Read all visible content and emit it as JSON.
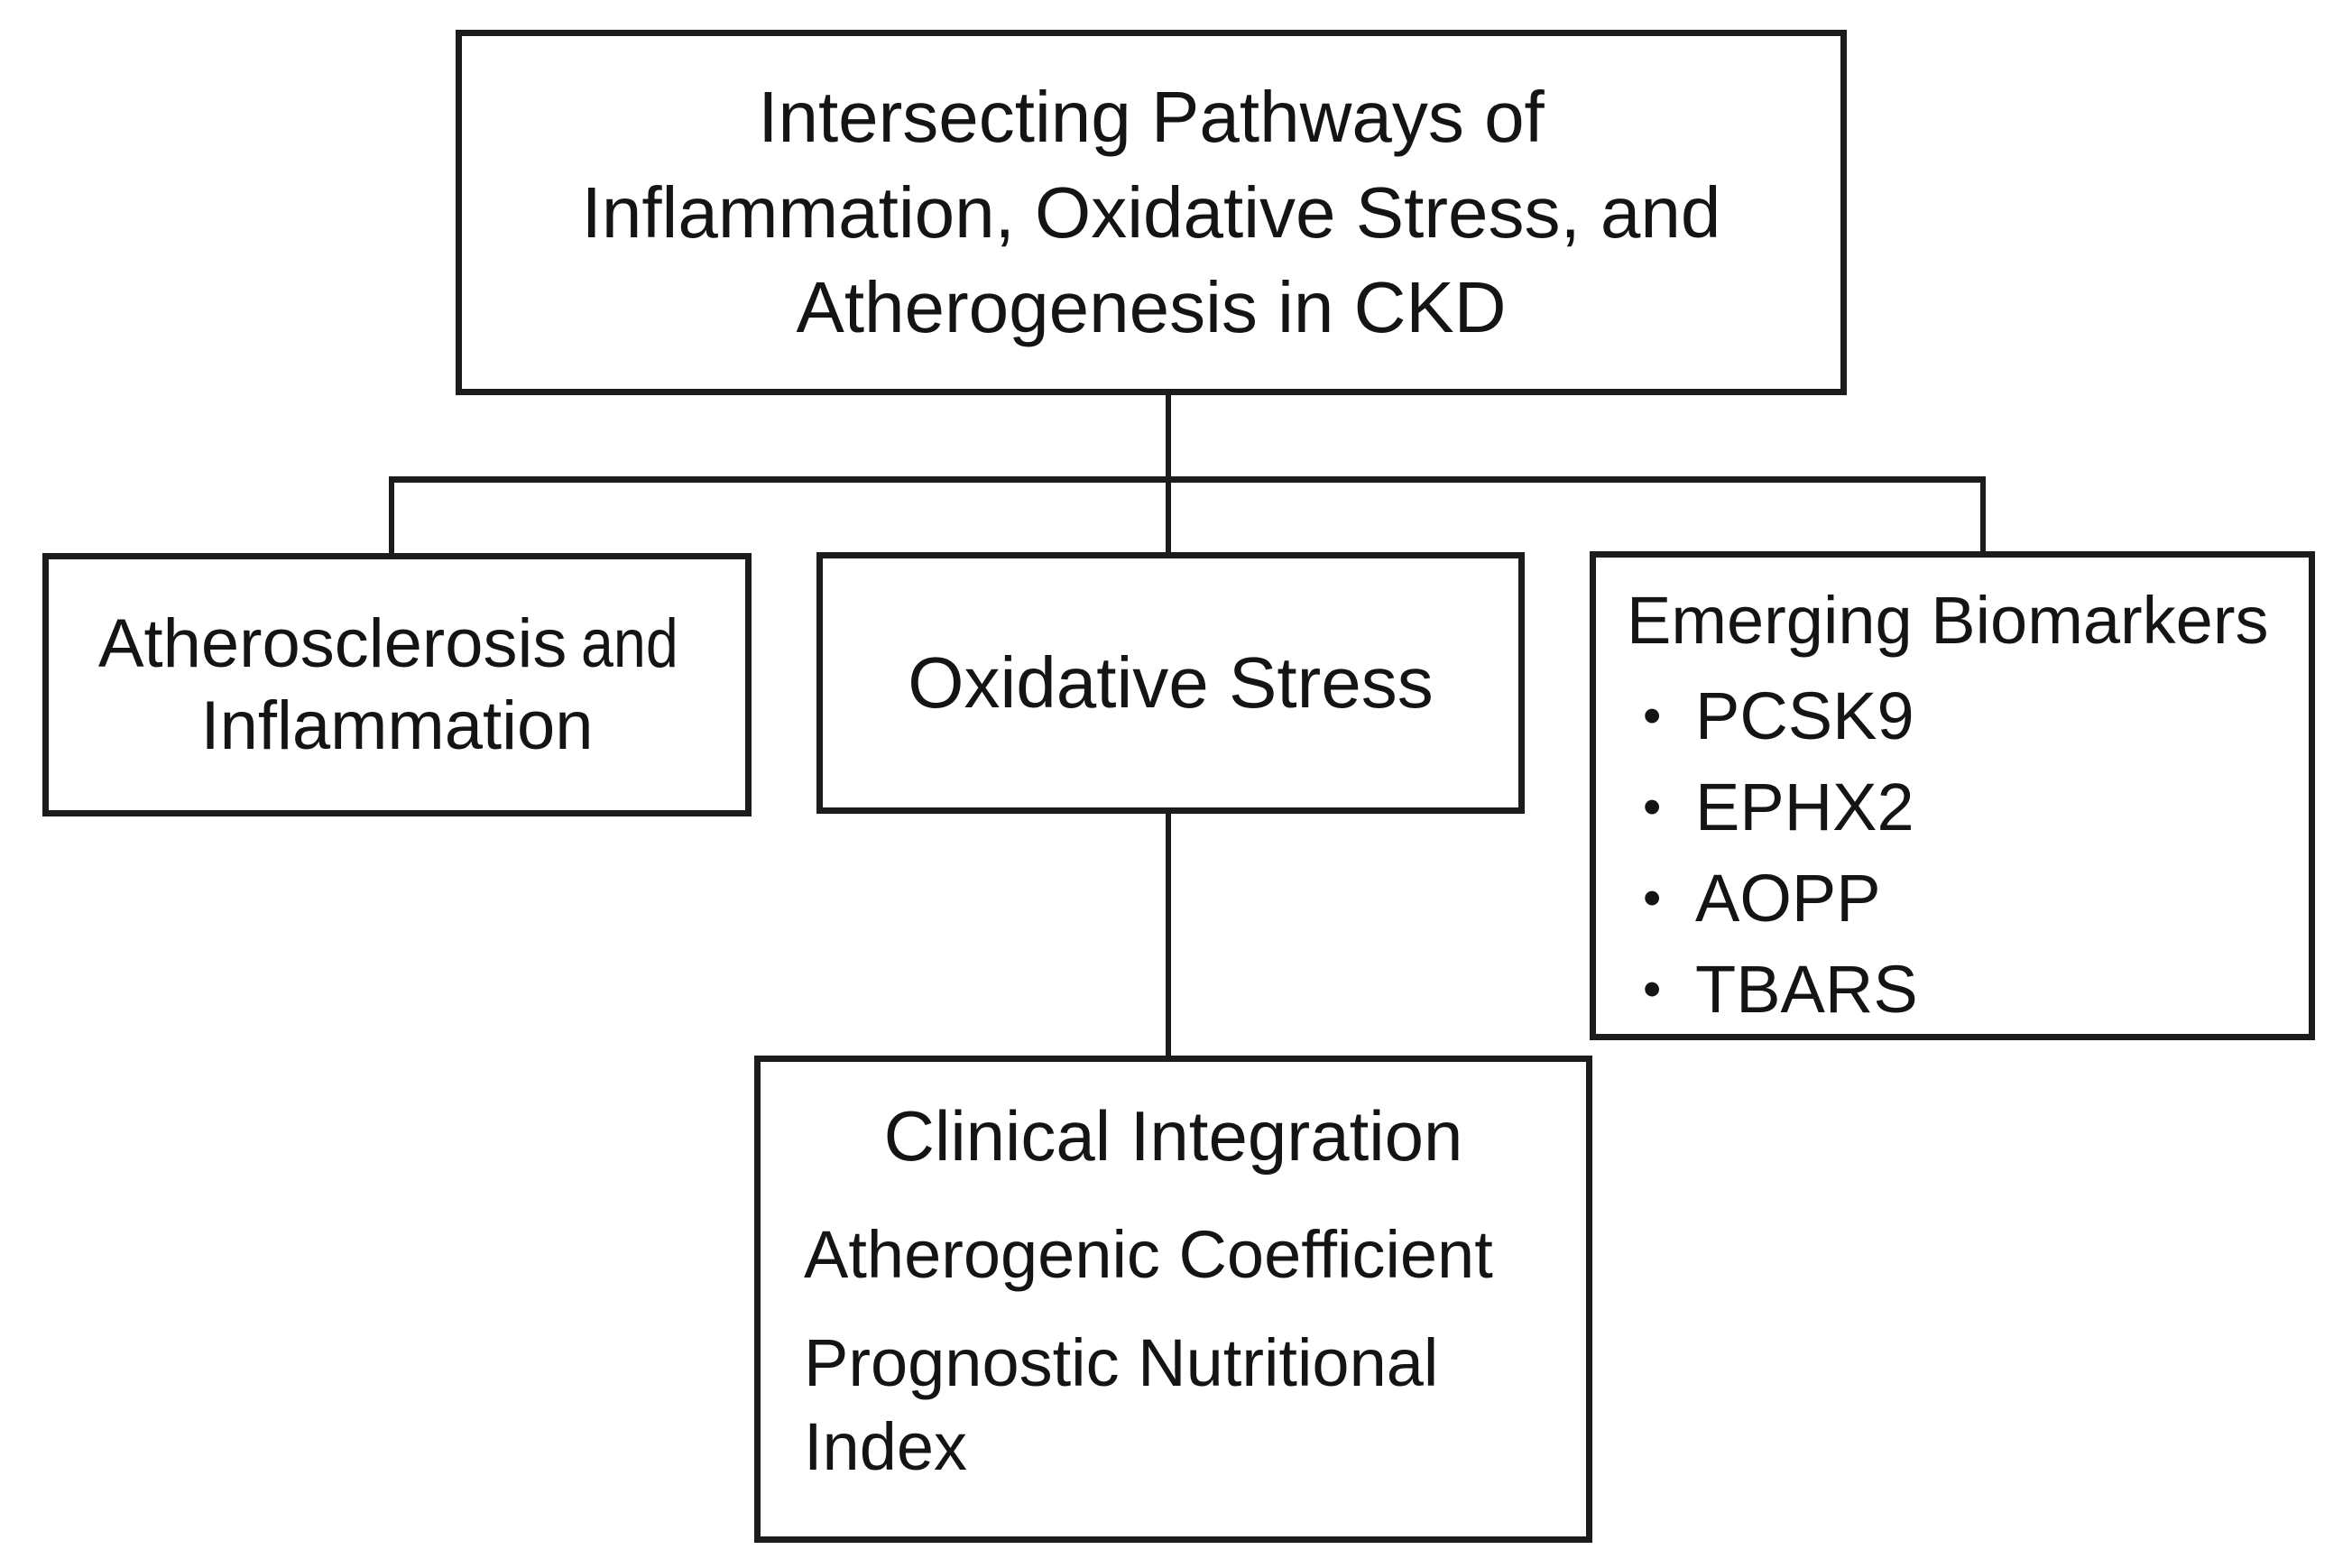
{
  "figure": {
    "background": "#ffffff",
    "line_color": "#1c1c1c",
    "text_color": "#141414"
  },
  "root": {
    "lines": [
      "Intersecting Pathways of",
      "Inflammation, Oxidative Stress, and",
      "Atherogenesis in CKD"
    ]
  },
  "boxes": {
    "atherosclerosis": {
      "line1_main": "Atherosclerosis",
      "line1_suffix": "and",
      "line2": "Inflammation"
    },
    "oxidative": {
      "label": "Oxidative Stress"
    },
    "biomarkers": {
      "title": "Emerging Biomarkers",
      "bullet_glyph": "•",
      "items": [
        "PCSK9",
        "EPHX2",
        "AOPP",
        "TBARS"
      ]
    },
    "clinical": {
      "title": "Clinical Integration",
      "items": [
        "Atherogenic Coefficient",
        "Prognostic Nutritional Index"
      ]
    }
  }
}
